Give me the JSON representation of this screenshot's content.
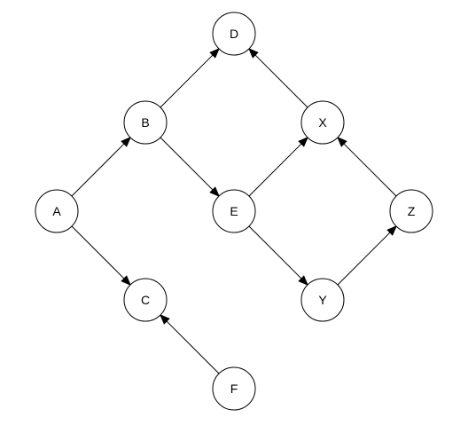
{
  "diagram": {
    "type": "directed-graph",
    "nodes": [
      {
        "id": "A",
        "label": "A"
      },
      {
        "id": "B",
        "label": "B"
      },
      {
        "id": "C",
        "label": "C"
      },
      {
        "id": "D",
        "label": "D"
      },
      {
        "id": "E",
        "label": "E"
      },
      {
        "id": "F",
        "label": "F"
      },
      {
        "id": "X",
        "label": "X"
      },
      {
        "id": "Y",
        "label": "Y"
      },
      {
        "id": "Z",
        "label": "Z"
      }
    ],
    "edges": [
      {
        "from": "A",
        "to": "B"
      },
      {
        "from": "A",
        "to": "C"
      },
      {
        "from": "B",
        "to": "D"
      },
      {
        "from": "B",
        "to": "E"
      },
      {
        "from": "E",
        "to": "X"
      },
      {
        "from": "E",
        "to": "Y"
      },
      {
        "from": "X",
        "to": "D"
      },
      {
        "from": "Y",
        "to": "Z"
      },
      {
        "from": "Z",
        "to": "X"
      },
      {
        "from": "F",
        "to": "C"
      }
    ],
    "colors": {
      "stroke": "#000000",
      "fill": "#ffffff",
      "text": "#000000"
    }
  }
}
